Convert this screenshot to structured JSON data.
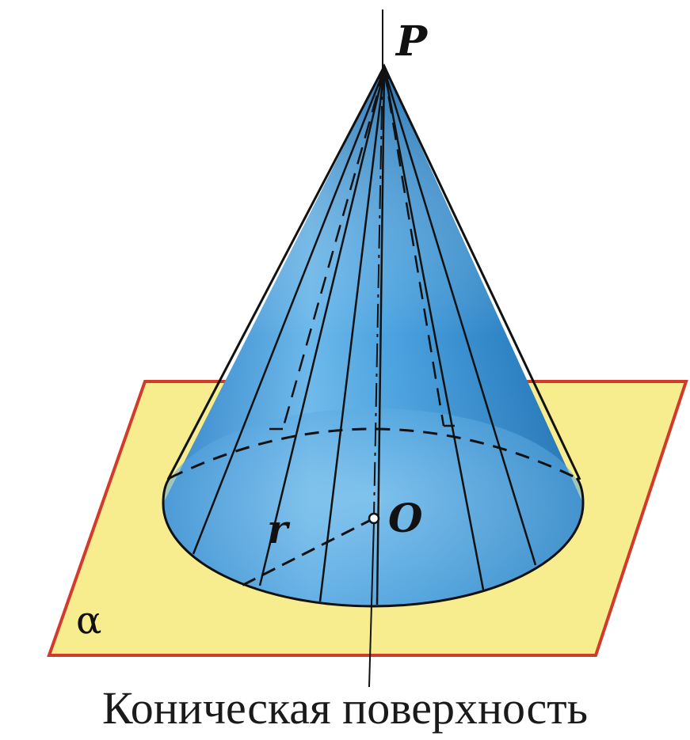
{
  "figure": {
    "apex_label": "P",
    "center_label": "O",
    "radius_label": "r",
    "plane_label": "α",
    "caption": "Коническая поверхность"
  },
  "colors": {
    "plane_fill": "#f7ec8e",
    "plane_edge": "#d23b2a",
    "cone_light": "#7fc4ee",
    "cone_mid": "#3d97d8",
    "cone_dark": "#17609f",
    "line": "#111111"
  }
}
